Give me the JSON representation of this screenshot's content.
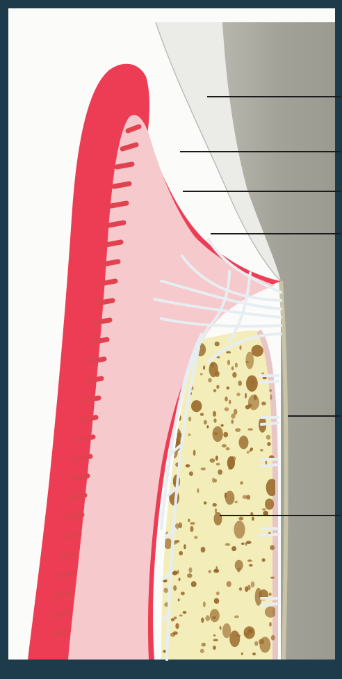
{
  "figure": {
    "frame_color": "#1d3b4a",
    "background_color": "#fbfbfa",
    "colors": {
      "enamel": "#ebebe8",
      "tooth_root": "#a3a299",
      "gingiva": "#ec3d55",
      "connective_tissue": "#f6c9cd",
      "alveolar_bone": "#f3edba",
      "bone_pores": "#9a6a2c",
      "fibers": "#e6eef2",
      "leader_line": "#1b1b1b"
    },
    "leader_lines": [
      {
        "id": "enamel",
        "label": ""
      },
      {
        "id": "gingival-margin",
        "label": ""
      },
      {
        "id": "sulcular-epithelium",
        "label": ""
      },
      {
        "id": "junctional-epithelium",
        "label": ""
      },
      {
        "id": "periodontal-ligament",
        "label": ""
      },
      {
        "id": "alveolar-bone",
        "label": ""
      }
    ]
  }
}
